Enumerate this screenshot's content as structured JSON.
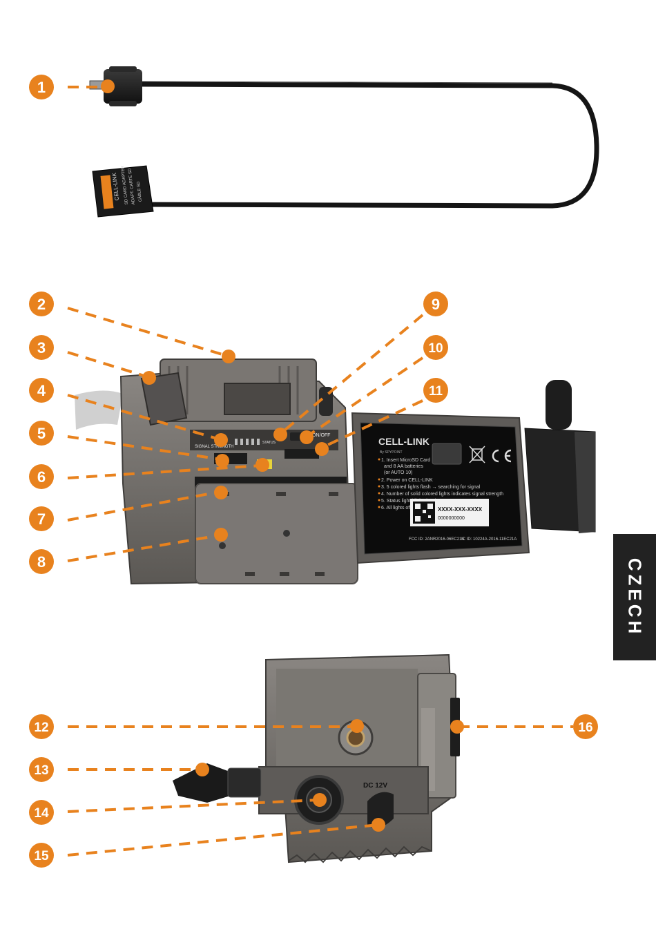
{
  "language_tab": "CZECH",
  "colors": {
    "accent": "#E8821E",
    "panel": "#222222",
    "device": "#6d6a66"
  },
  "callouts": [
    "1",
    "2",
    "3",
    "4",
    "5",
    "6",
    "7",
    "8",
    "9",
    "10",
    "11",
    "12",
    "13",
    "14",
    "15",
    "16"
  ],
  "adapter": {
    "brand": "CELL-LINK",
    "lines": [
      "SD CARD ADAPTER",
      "ADAPT. CARTE SD",
      "CÂBLE SD"
    ]
  },
  "camera_labels": {
    "signal_strength": "SIGNAL STRENGTH",
    "status": "STATUS",
    "on_off": "ON/OFF",
    "dc": "DC 12V"
  },
  "door_panel": {
    "brand": "CELL-LINK",
    "sub": "By SPYPOINT",
    "steps": [
      "1. Insert MicroSD Card",
      "and 8 AA batteries",
      "(or AUTO 10)",
      "2. Power on CELL-LINK",
      "3. 5 colored lights flash → searching for signal",
      "4. Number of solid colored lights indicates signal strength",
      "5. Status light blinks (30s)",
      "6. All lights off → CELL-LINK ready"
    ],
    "serial": "XXXX-XXX-XXXX",
    "serial2": "0000000000",
    "fcc": "FCC ID: 2ANR2016-06EC21A",
    "ic": "IC ID: 10224A-2016-11EC21A"
  }
}
